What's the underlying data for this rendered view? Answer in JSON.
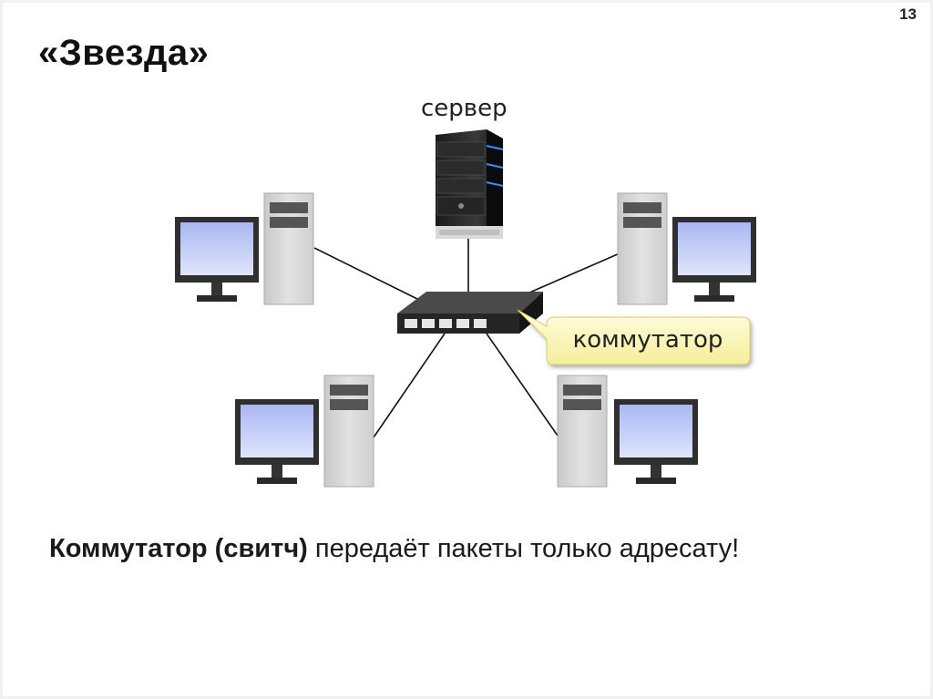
{
  "slide": {
    "page_number": "13",
    "title": "«Звезда»"
  },
  "diagram": {
    "server_label": "сервер",
    "switch_label": "коммутатор",
    "workstations": [
      "top-left",
      "top-right",
      "bottom-left",
      "bottom-right"
    ],
    "colors": {
      "callout_fill": "#fbf7b8",
      "screen": "#b8c4f5",
      "case": "#d6d6d6",
      "switch_body": "#2a2a2a",
      "server_led": "#3a8cff"
    }
  },
  "caption": {
    "bold": "Коммутатор (свитч)",
    "rest": " передаёт пакеты только адресату!"
  }
}
